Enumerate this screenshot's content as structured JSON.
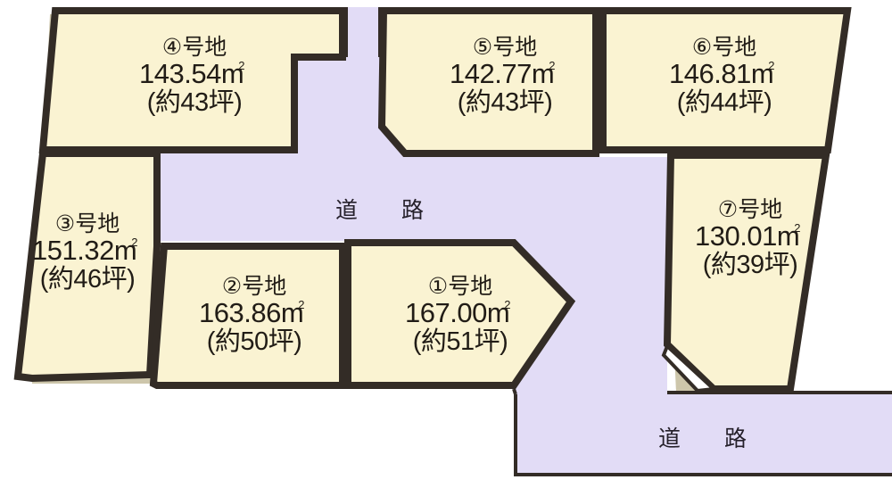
{
  "figure": {
    "type": "site-subdivision-plan",
    "background_color": "#ffffff",
    "lot_fill": "#faf3d2",
    "road_fill": "#e2dcf6",
    "outline_color": "#332c26",
    "bevel_color": "#cdc6ab"
  },
  "lots": [
    {
      "id": "lot-1",
      "number": "①号地",
      "area_m2": "167.00",
      "area_unit": "m²",
      "area_m2_text": "167.00",
      "tsubo": "(約51坪)"
    },
    {
      "id": "lot-2",
      "number": "②号地",
      "area_m2": "163.86",
      "area_unit": "m²",
      "area_m2_text": "163.86",
      "tsubo": "(約50坪)"
    },
    {
      "id": "lot-3",
      "number": "③号地",
      "area_m2": "151.32",
      "area_unit": "m²",
      "area_m2_text": "151.32",
      "tsubo": "(約46坪)"
    },
    {
      "id": "lot-4",
      "number": "④号地",
      "area_m2": "143.54",
      "area_unit": "m²",
      "area_m2_text": "143.54",
      "tsubo": "(約43坪)"
    },
    {
      "id": "lot-5",
      "number": "⑤号地",
      "area_m2": "142.77",
      "area_unit": "m²",
      "area_m2_text": "142.77",
      "tsubo": "(約43坪)"
    },
    {
      "id": "lot-6",
      "number": "⑥号地",
      "area_m2": "146.81",
      "area_unit": "m²",
      "area_m2_text": "146.81",
      "tsubo": "(約44坪)"
    },
    {
      "id": "lot-7",
      "number": "⑦号地",
      "area_m2": "130.01",
      "area_unit": "m²",
      "area_m2_text": "130.01",
      "tsubo": "(約39坪)"
    }
  ],
  "roads": [
    {
      "id": "road-center",
      "label": "道　路"
    },
    {
      "id": "road-south",
      "label": "道　路"
    }
  ]
}
